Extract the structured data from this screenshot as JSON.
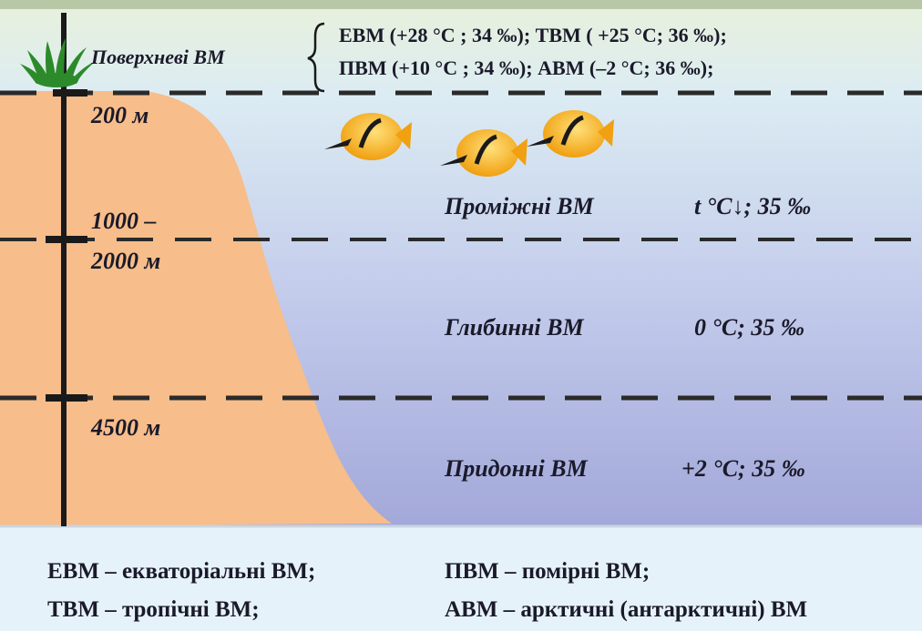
{
  "diagram": {
    "surface_label": "Поверхневі ВМ",
    "surface_line_1": "ЕВМ (+28 °С ; 34 ‰); ТВМ ( +25 °С; 36 ‰);",
    "surface_line_2": "ПВМ (+10 °С ; 34 ‰); АВМ (–2 °С; 36 ‰);",
    "depths": [
      "200 м",
      "1000 –",
      "2000 м",
      "4500 м"
    ],
    "layers": [
      {
        "name": "Проміжні ВМ",
        "value": "t °С↓; 35 ‰"
      },
      {
        "name": "Глибинні ВМ",
        "value": "0 °С; 35 ‰"
      },
      {
        "name": "Придонні ВМ",
        "value": "+2 °С; 35 ‰"
      }
    ]
  },
  "legend": {
    "evm": "ЕВМ – екваторіальні ВМ;",
    "pvm": "ПВМ – помірні ВМ;",
    "tvm": "ТВМ – тропічні ВМ;",
    "avm": "АВМ – арктичні (антарктичні) ВМ"
  },
  "colors": {
    "land": "#f7bd8a",
    "water_top": "#e7f1dc",
    "water_bottom": "#a3a8d9",
    "fish": "#f7b21f",
    "grass": "#2c8a2a",
    "axis": "#1a1a1a"
  }
}
